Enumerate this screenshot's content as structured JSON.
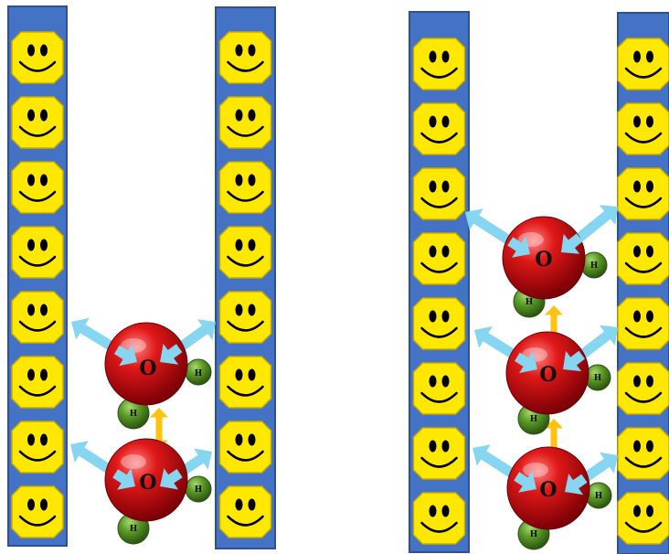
{
  "colors": {
    "strip_fill": "#4472C4",
    "strip_stroke": "#2F528F",
    "face_fill": "#FFE800",
    "face_stroke": "#C9A800",
    "face_features": "#000000",
    "oxygen_fill": "#C0000A",
    "hydrogen_fill": "#4E8C1E",
    "interaction_arrow": "#86D6F2",
    "hbond_arrow": "#FFC20E"
  },
  "labels": {
    "oxygen": "O",
    "hydrogen": "H"
  },
  "icons": {
    "face": "smiley-face-icon",
    "arrow_wall": "double-headed-arrow-icon",
    "arrow_hbond": "vertical-double-arrow-icon"
  },
  "panels": [
    {
      "name": "panel-left",
      "strip_faces": [
        8,
        8
      ],
      "water_molecules": 2
    },
    {
      "name": "panel-right",
      "strip_faces": [
        8,
        8
      ],
      "water_molecules": 3
    }
  ]
}
